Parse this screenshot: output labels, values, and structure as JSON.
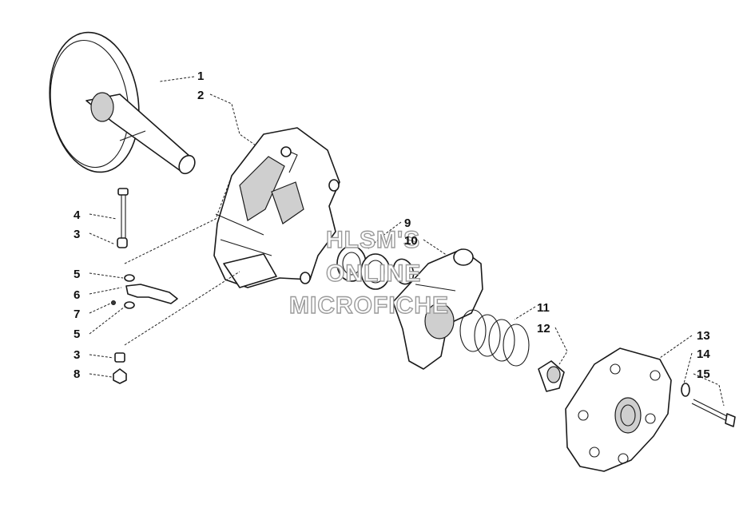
{
  "watermark": [
    "HLSM'S",
    "ONLINE",
    "MICROFICHE"
  ],
  "callouts": [
    "1",
    "2",
    "4",
    "3",
    "5",
    "6",
    "7",
    "5",
    "3",
    "8",
    "9",
    "10",
    "11",
    "12",
    "13",
    "14",
    "15"
  ]
}
